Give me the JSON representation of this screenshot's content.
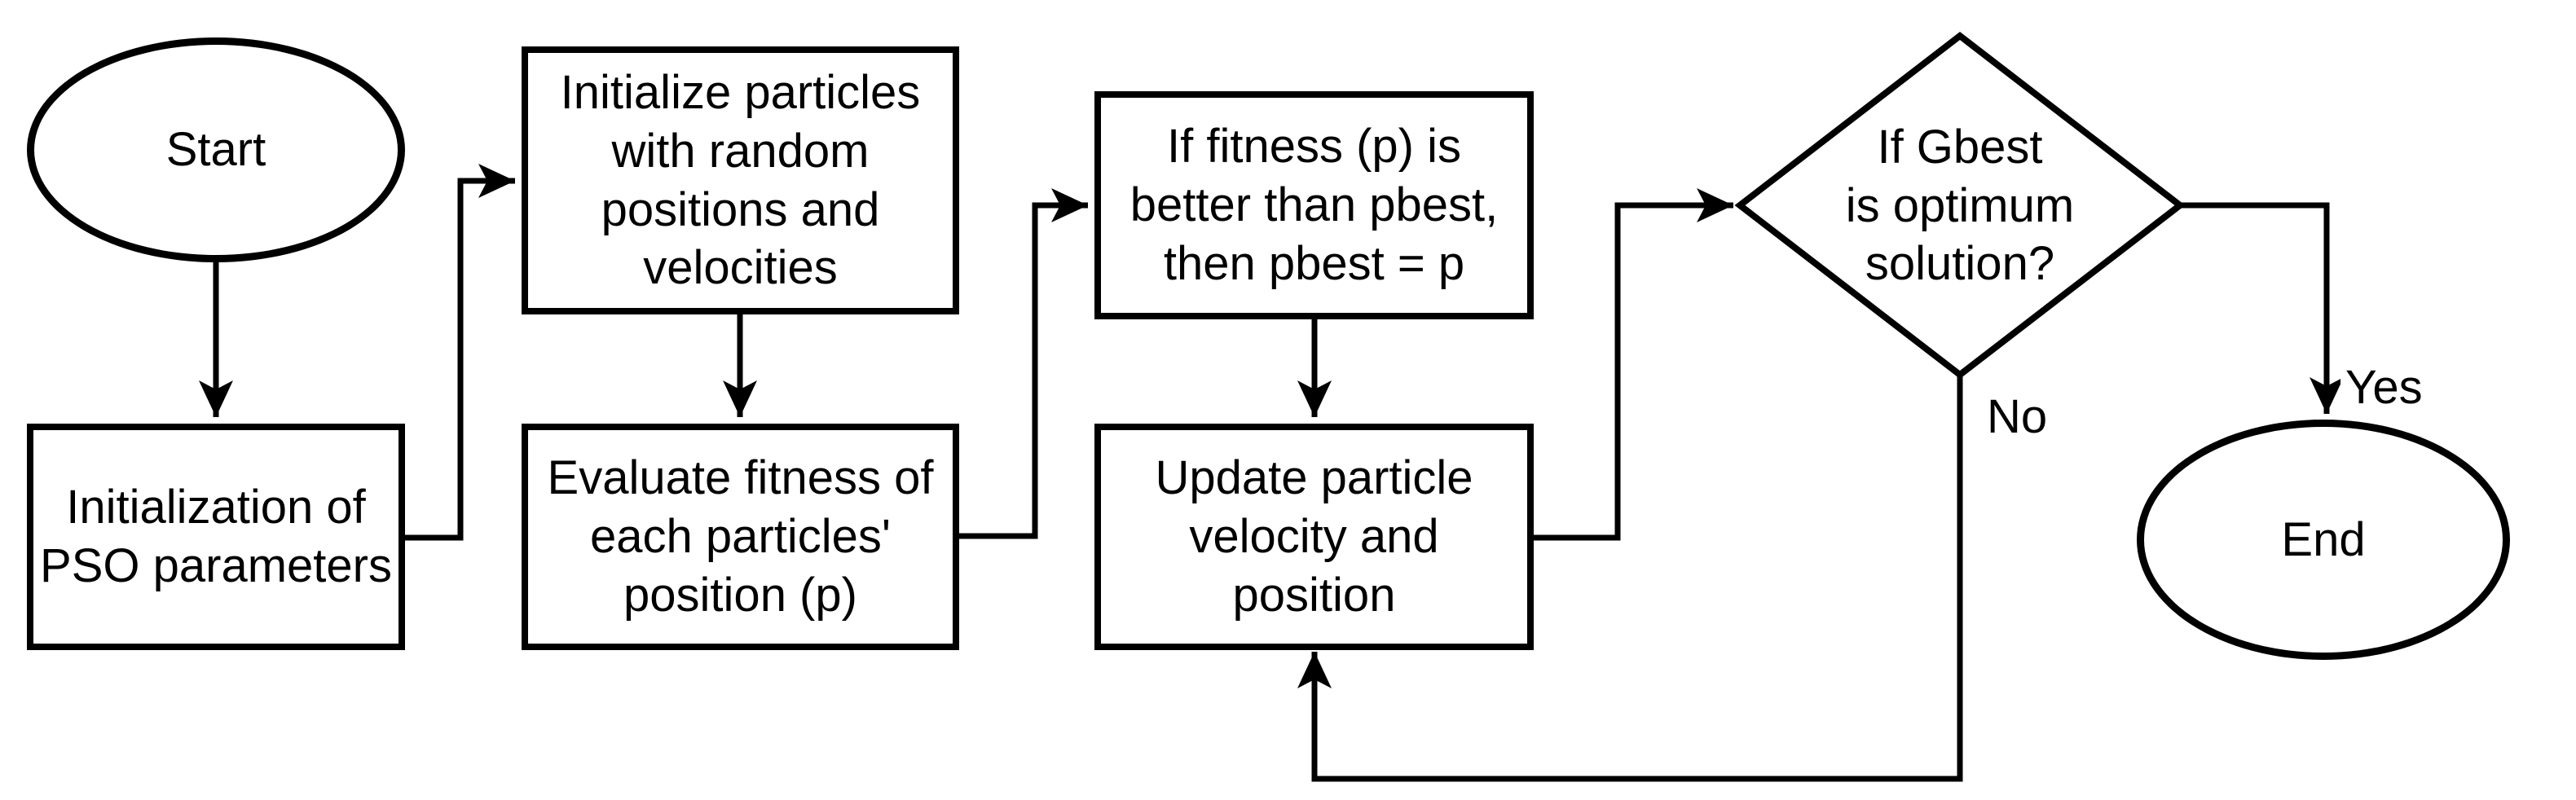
{
  "flowchart": {
    "description": "PSO algorithm flowchart",
    "nodes": {
      "start": {
        "type": "terminator",
        "label": "Start"
      },
      "init_params": {
        "type": "process",
        "label": "Initialization of\nPSO parameters"
      },
      "init_particles": {
        "type": "process",
        "label": "Initialize particles\nwith random\npositions and\nvelocities"
      },
      "evaluate_fitness": {
        "type": "process",
        "label": "Evaluate fitness of\neach particles'\nposition (p)"
      },
      "pbest_update": {
        "type": "process",
        "label": "If fitness (p) is\nbetter than pbest,\nthen pbest = p"
      },
      "update_particle": {
        "type": "process",
        "label": "Update particle\nvelocity and\nposition"
      },
      "gbest_decision": {
        "type": "decision",
        "label": "If Gbest\nis optimum\nsolution?"
      },
      "end": {
        "type": "terminator",
        "label": "End"
      }
    },
    "edge_labels": {
      "yes": "Yes",
      "no": "No"
    },
    "colors": {
      "stroke": "#000000",
      "fill": "#ffffff",
      "background": "#ffffff"
    }
  }
}
